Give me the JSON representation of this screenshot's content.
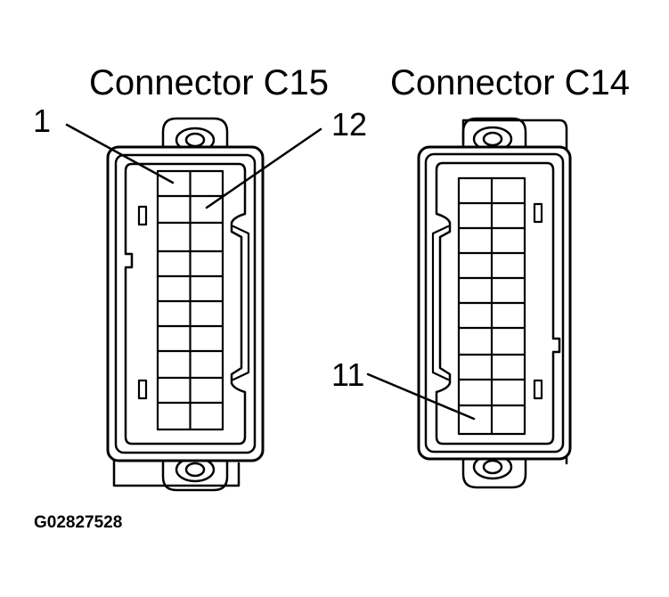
{
  "connectors": [
    {
      "name": "Connector C15",
      "pin_first": "1",
      "pin_last": "12"
    },
    {
      "name": "Connector C14",
      "pin_other": "11"
    }
  ],
  "figure_code": "G02827528",
  "colors": {
    "stroke": "#000000",
    "background": "#ffffff"
  }
}
